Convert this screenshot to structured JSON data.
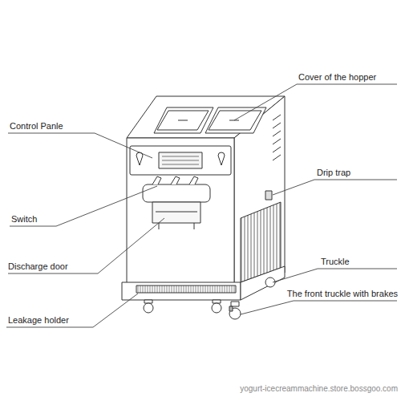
{
  "diagram": {
    "labels": [
      "Cover of the hopper",
      "Control Panle",
      "Drip trap",
      "Switch",
      "Truckle",
      "Discharge door",
      "The front truckle with brakes",
      "Leakage holder",
      "yogurt-icecreammachine.store.bossgoo.com"
    ]
  }
}
